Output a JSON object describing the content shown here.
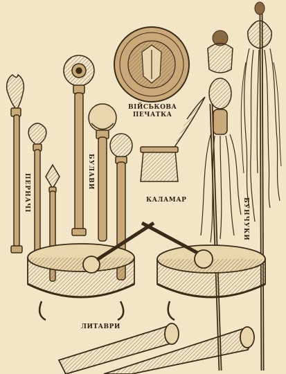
{
  "labels": {
    "maces": "ПЕРНАЧІ",
    "batons": "БУЛАВИ",
    "seal_line1": "ВІЙСЬКОВА",
    "seal_line2": "ПЕЧАТКА",
    "inkwell": "КАЛАМАР",
    "horsetail_standards": "БУНЧУКИ",
    "kettledrums": "ЛИТАВРИ"
  },
  "colors": {
    "paper": "#f3e6c8",
    "ink": "#3a2a18",
    "shade": "#c9a977",
    "light": "#e9d6ad"
  }
}
